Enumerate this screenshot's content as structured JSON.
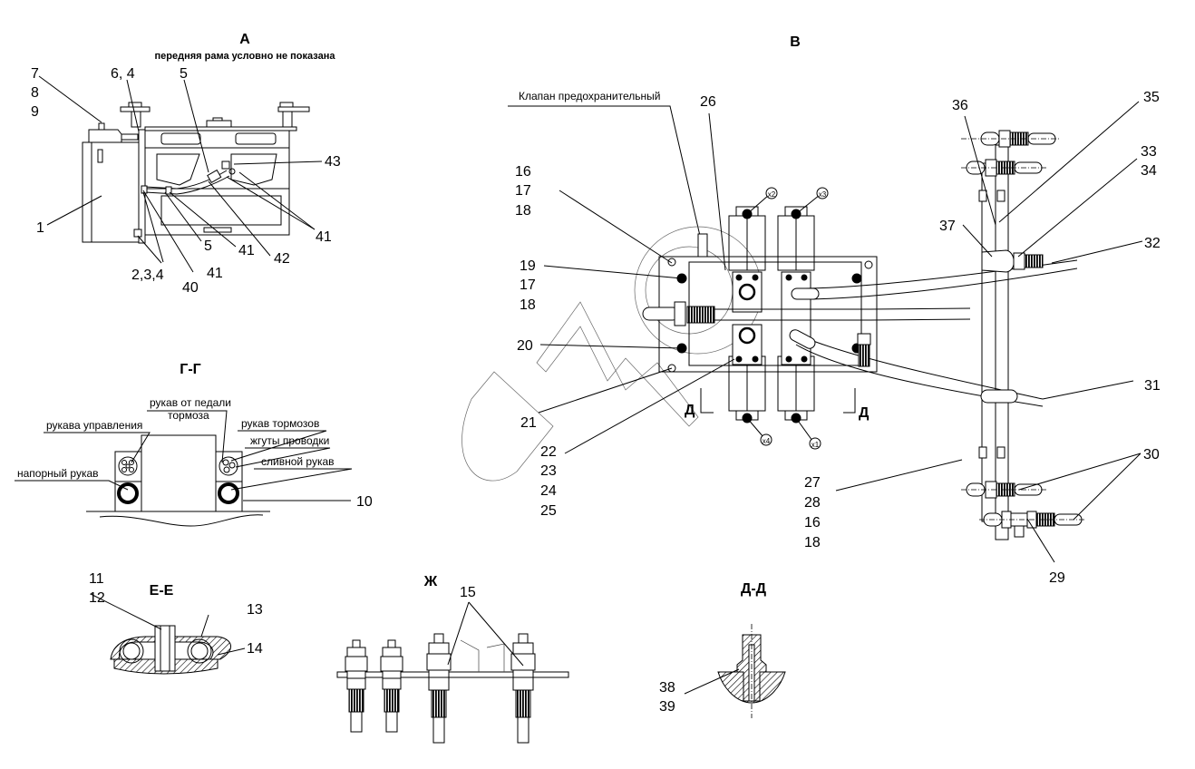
{
  "views": {
    "A": {
      "title": "А",
      "subtitle": "передняя рама условно не показана",
      "callouts": [
        "7",
        "8",
        "9",
        "6, 4",
        "5",
        "43",
        "1",
        "5",
        "41",
        "42",
        "41",
        "2,3,4",
        "40",
        "41"
      ]
    },
    "B": {
      "title": "В",
      "note": "Клапан предохранительный",
      "callouts": [
        "26",
        "36",
        "35",
        "33",
        "34",
        "16",
        "17",
        "18",
        "37",
        "32",
        "19",
        "17",
        "18",
        "20",
        "21",
        "22",
        "23",
        "24",
        "25",
        "31",
        "30",
        "27",
        "28",
        "16",
        "18",
        "29"
      ],
      "section_marks": [
        "Д",
        "Д"
      ],
      "port_marks": [
        "x2",
        "x3",
        "x4",
        "x1"
      ]
    },
    "GG": {
      "title": "Г-Г",
      "labels": {
        "brake_pedal_hose_1": "рукав от педали",
        "brake_pedal_hose_2": "тормоза",
        "control_hoses": "рукава управления",
        "brake_hose": "рукав тормозов",
        "wiring_harness": "жгуты проводки",
        "pressure_hose": "напорный рукав",
        "drain_hose": "сливной рукав"
      },
      "callouts": [
        "10"
      ]
    },
    "EE": {
      "title": "Е-Е",
      "callouts": [
        "11",
        "12",
        "13",
        "14"
      ]
    },
    "ZH": {
      "title": "Ж",
      "callouts": [
        "15"
      ]
    },
    "DD": {
      "title": "Д-Д",
      "callouts": [
        "38",
        "39"
      ]
    }
  },
  "watermark": "UMC"
}
